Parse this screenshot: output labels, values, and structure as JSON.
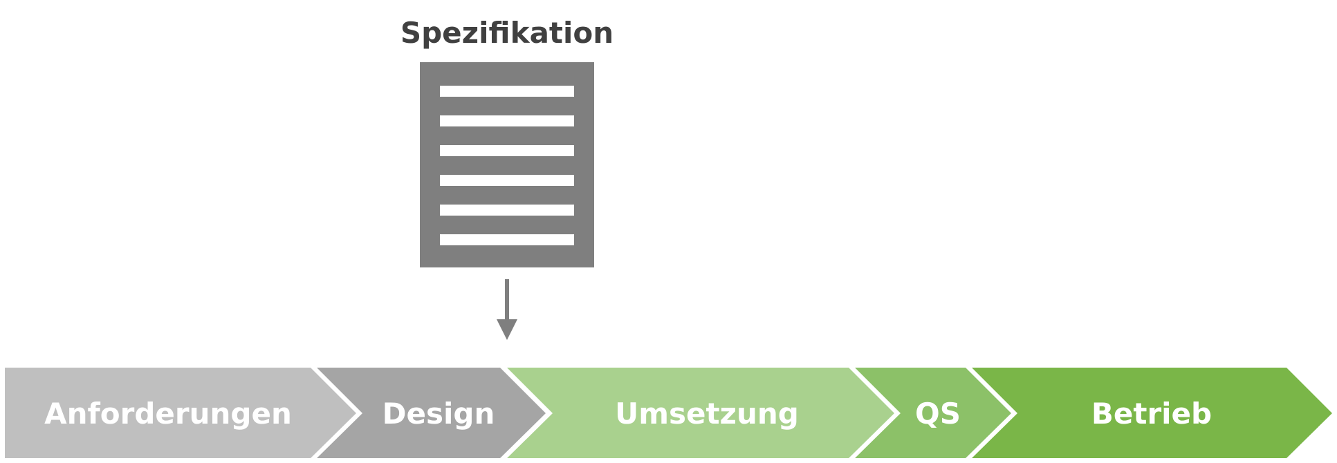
{
  "document": {
    "title": "Spezifikation",
    "icon": "document-icon",
    "color": "#7f7f7f",
    "line_count": 6
  },
  "flow_arrow": {
    "icon": "arrow-down-icon",
    "color": "#7f7f7f"
  },
  "phases": [
    {
      "id": "anforderungen",
      "label": "Anforderungen",
      "color": "#bfbfbf"
    },
    {
      "id": "design",
      "label": "Design",
      "color": "#a5a5a5"
    },
    {
      "id": "umsetzung",
      "label": "Umsetzung",
      "color": "#a9d18e"
    },
    {
      "id": "qs",
      "label": "QS",
      "color": "#8cc168"
    },
    {
      "id": "betrieb",
      "label": "Betrieb",
      "color": "#7ab648"
    }
  ]
}
